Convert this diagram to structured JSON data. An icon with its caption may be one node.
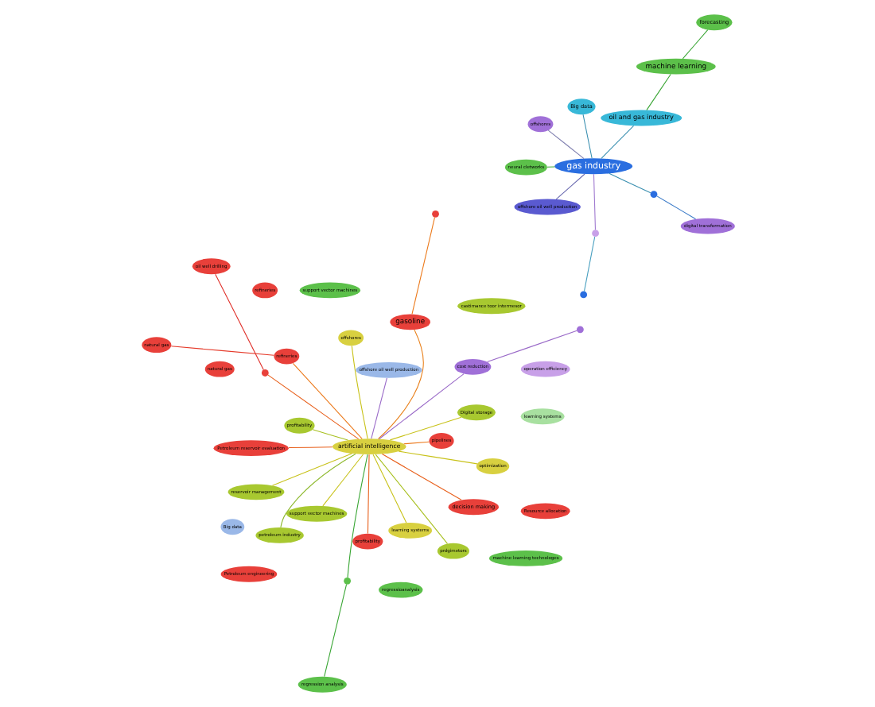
{
  "diagram": {
    "nodes": [
      {
        "text": [
          "neural cletworks"
        ]
      },
      {
        "text": [
          "castimance toor intermesor"
        ]
      },
      {
        "text": [
          "support vector machines"
        ]
      },
      {
        "text": [
          "regression analysis"
        ]
      },
      {
        "text": [
          "optimization"
        ]
      },
      {
        "text": [
          "machine learning technologes"
        ]
      },
      {
        "text": [
          "forecasting"
        ]
      },
      {
        "text": [
          "regressioanalysis"
        ]
      },
      {
        "text": [
          "Petroleum engineering"
        ]
      },
      {
        "text": [
          "profitability"
        ]
      },
      {
        "text": [],
        "shape": "circle"
      },
      {
        "text": [
          "pipelines"
        ]
      },
      {
        "text": [
          "profitability"
        ]
      },
      {
        "text": [
          "petroleum industry"
        ]
      },
      {
        "text": [
          "decision making"
        ]
      },
      {
        "text": [
          "support vector machines"
        ]
      },
      {
        "text": [
          "machine learning"
        ]
      },
      {
        "text": [
          "Resource allocation"
        ]
      },
      {
        "text": [],
        "shape": "circle"
      },
      {
        "text": [
          "learning systems"
        ]
      },
      {
        "text": [
          "natural gas"
        ]
      },
      {
        "text": [
          "natural gas"
        ]
      },
      {
        "text": [
          "learning systems"
        ]
      },
      {
        "text": [
          "gasoline"
        ]
      },
      {
        "text": [
          "refineries"
        ]
      },
      {
        "text": [
          "oil and gas industry"
        ]
      },
      {
        "text": [
          "Big data"
        ]
      },
      {
        "text": [
          "Big data"
        ]
      },
      {
        "text": [
          "Digital storage"
        ]
      },
      {
        "text": [],
        "shape": "circle"
      },
      {
        "text": [
          "refineries"
        ]
      },
      {
        "text": [
          "prdgimetors"
        ]
      },
      {
        "text": [
          "gas industry"
        ]
      },
      {
        "text": [],
        "shape": "circle"
      },
      {
        "text": [],
        "shape": "circle"
      },
      {
        "text": [
          "artificial intelligence"
        ]
      },
      {
        "text": [
          "digital transformation"
        ]
      },
      {
        "text": [
          "oil well drilling"
        ]
      },
      {
        "text": [
          "Petroleum reservoir evaluation"
        ]
      },
      {
        "text": [],
        "shape": "circle"
      },
      {
        "text": [
          "offshore oil well production"
        ]
      },
      {
        "text": [
          "offshore oil well production"
        ]
      },
      {
        "text": [
          "reservoir management"
        ]
      },
      {
        "text": [
          "cost reduction"
        ]
      },
      {
        "text": [],
        "shape": "circle"
      },
      {
        "text": [
          "offshores"
        ]
      },
      {
        "text": [
          "operation efficiency"
        ]
      },
      {
        "text": [
          "offshores"
        ]
      }
    ],
    "edges": [
      {
        "from": 0,
        "to": 32,
        "arrow": "none",
        "color": "#3aa635"
      },
      {
        "from": 3,
        "to": 18,
        "arrow": "none",
        "color": "#3aa635"
      },
      {
        "from": 6,
        "to": 16,
        "arrow": "none",
        "color": "#3aa635"
      },
      {
        "from": 16,
        "to": 25,
        "arrow": "none",
        "color": "#3aa635"
      },
      {
        "from": 4,
        "to": 35,
        "arrow": "none",
        "color": "#c8c21a"
      },
      {
        "from": 12,
        "to": 35,
        "arrow": "none",
        "color": "#a8c020"
      },
      {
        "from": 13,
        "to": 35,
        "arrow": "none",
        "color": "#8cb82a"
      },
      {
        "from": 9,
        "to": 35,
        "arrow": "none",
        "color": "#e8601c"
      },
      {
        "from": 11,
        "to": 35,
        "arrow": "none",
        "color": "#ec7a1c"
      },
      {
        "from": 10,
        "to": 23,
        "arrow": "none",
        "color": "#ec7a1c"
      },
      {
        "from": 14,
        "to": 35,
        "arrow": "none",
        "color": "#e8601c"
      },
      {
        "from": 23,
        "to": 35,
        "arrow": "none",
        "color": "#e9821e"
      },
      {
        "from": 21,
        "to": 30,
        "arrow": "none",
        "color": "#e53a2a"
      },
      {
        "from": 30,
        "to": 35,
        "arrow": "none",
        "color": "#ec7a1c"
      },
      {
        "from": 15,
        "to": 35,
        "arrow": "none",
        "color": "#c8c21a"
      },
      {
        "from": 19,
        "to": 35,
        "arrow": "none",
        "color": "#c8c21a"
      },
      {
        "from": 27,
        "to": 32,
        "arrow": "none",
        "color": "#3a8fb0"
      },
      {
        "from": 28,
        "to": 35,
        "arrow": "none",
        "color": "#c8c21a"
      },
      {
        "from": 36,
        "to": 29,
        "arrow": "none",
        "color": "#3a7ac8"
      },
      {
        "from": 29,
        "to": 32,
        "arrow": "none",
        "color": "#3a8fb0"
      },
      {
        "from": 33,
        "to": 34,
        "arrow": "none",
        "color": "#4aa0c0"
      },
      {
        "from": 34,
        "to": 32,
        "arrow": "none",
        "color": "#a07ad0"
      },
      {
        "from": 31,
        "to": 35,
        "arrow": "none",
        "color": "#a8c020"
      },
      {
        "from": 38,
        "to": 35,
        "arrow": "none",
        "color": "#e8601c"
      },
      {
        "from": 35,
        "to": 39,
        "arrow": "none",
        "color": "#e8601c"
      },
      {
        "from": 39,
        "to": 37,
        "arrow": "none",
        "color": "#e0302a"
      },
      {
        "from": 40,
        "to": 35,
        "arrow": "none",
        "color": "#9a6ac8"
      },
      {
        "from": 41,
        "to": 32,
        "arrow": "none",
        "color": "#6a6ab0"
      },
      {
        "from": 43,
        "to": 35,
        "arrow": "none",
        "color": "#9a6ac8"
      },
      {
        "from": 43,
        "to": 44,
        "arrow": "none",
        "color": "#9a6ac8"
      },
      {
        "from": 42,
        "to": 35,
        "arrow": "none",
        "color": "#c8c21a"
      },
      {
        "from": 45,
        "to": 35,
        "arrow": "none",
        "color": "#c8c21a"
      },
      {
        "from": 47,
        "to": 32,
        "arrow": "none",
        "color": "#8080b0"
      },
      {
        "from": 25,
        "to": 32,
        "arrow": "none",
        "color": "#3a8fb0"
      },
      {
        "from": 18,
        "to": 35,
        "arrow": "none",
        "color": "#3aa635"
      }
    ]
  }
}
